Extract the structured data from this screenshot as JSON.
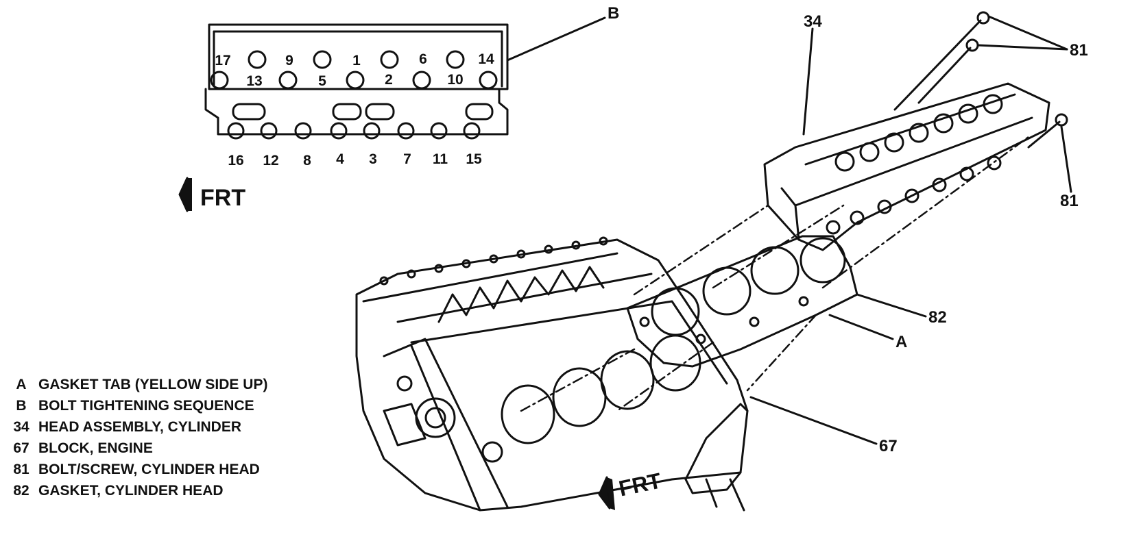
{
  "callouts": {
    "b": "B",
    "n34": "34",
    "n81_top": "81",
    "n81_right": "81",
    "n82": "82",
    "a": "A",
    "n67": "67"
  },
  "sequence": {
    "top_row": [
      "17",
      "9",
      "1",
      "6",
      "14"
    ],
    "middle_row": [
      "13",
      "5",
      "2",
      "10"
    ],
    "bottom_row": [
      "16",
      "12",
      "8",
      "4",
      "3",
      "7",
      "11",
      "15"
    ]
  },
  "frt_labels": {
    "upper": "FRT",
    "lower": "FRT"
  },
  "legend": [
    {
      "key": "A",
      "text": "GASKET TAB (YELLOW SIDE UP)"
    },
    {
      "key": "B",
      "text": "BOLT TIGHTENING SEQUENCE"
    },
    {
      "key": "34",
      "text": "HEAD ASSEMBLY, CYLINDER"
    },
    {
      "key": "67",
      "text": "BLOCK, ENGINE"
    },
    {
      "key": "81",
      "text": "BOLT/SCREW, CYLINDER HEAD"
    },
    {
      "key": "82",
      "text": "GASKET, CYLINDER HEAD"
    }
  ],
  "icons": [
    "front-arrow-icon"
  ]
}
